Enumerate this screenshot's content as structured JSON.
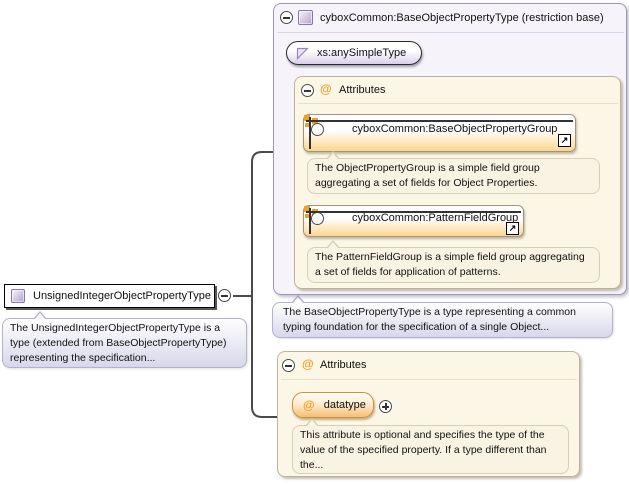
{
  "icons": {
    "at_glyph": "@",
    "link_glyph": "↗"
  },
  "colors": {
    "accent_orange": "#F0A028",
    "accent_purple": "#8776A8",
    "connector": "#4A4A4A",
    "panel_border": "#9F96B8",
    "cream_bg": "#FCF6E7"
  },
  "main_type": {
    "label": "UnsignedIntegerObjectPropertyType",
    "description": "The UnsignedIntegerObjectPropertyType is a type (extended from BaseObjectPropertyType) representing the specification..."
  },
  "base_panel": {
    "title": "cyboxCommon:BaseObjectPropertyType (restriction base)",
    "base_type_label": "xs:anySimpleType",
    "attributes_section": {
      "header": "Attributes",
      "groups": [
        {
          "label": "cyboxCommon:BaseObjectPropertyGroup",
          "description": "The ObjectPropertyGroup is a simple field group aggregating a set of fields for Object Properties."
        },
        {
          "label": "cyboxCommon:PatternFieldGroup",
          "description": "The PatternFieldGroup is a simple field group aggregating a set of fields for application of patterns."
        }
      ]
    },
    "description": "The BaseObjectPropertyType is a type representing a common typing foundation for the specification of a single Object..."
  },
  "attributes_panel": {
    "header": "Attributes",
    "attribute": {
      "name": "datatype",
      "description": "This attribute is optional and specifies the type of the value of the specified property. If a type different than the..."
    }
  }
}
